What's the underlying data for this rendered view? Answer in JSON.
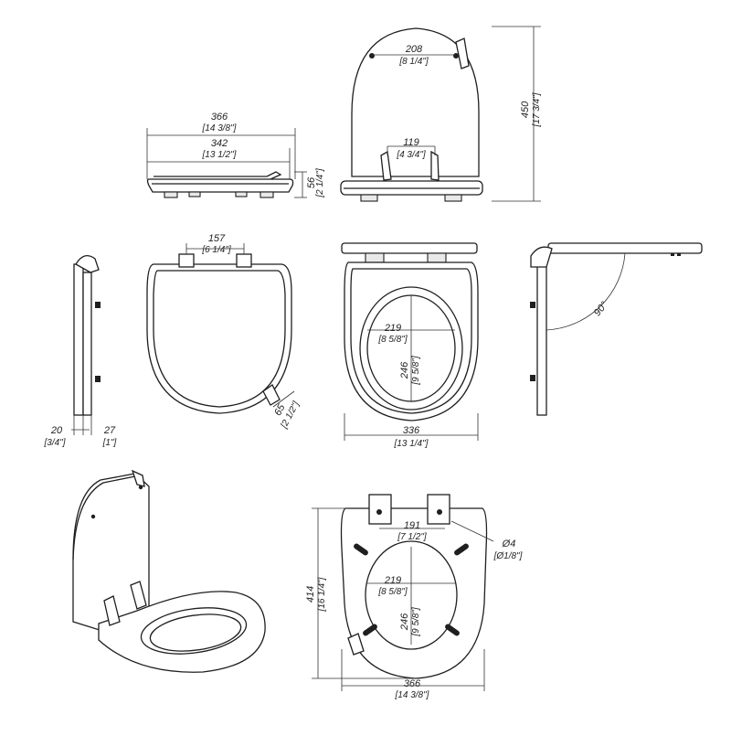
{
  "colors": {
    "line": "#1f1f1f",
    "fill": "#e9e9e9",
    "background": "#ffffff"
  },
  "dims": {
    "top_width": {
      "mm": "366",
      "in": "[14 3/8\"]"
    },
    "top_inner": {
      "mm": "342",
      "in": "[13 1/2\"]"
    },
    "side_height": {
      "mm": "56",
      "in": "[2 1/4\"]"
    },
    "hinge_spacing": {
      "mm": "208",
      "in": "[8 1/4\"]"
    },
    "hinge_inner": {
      "mm": "119",
      "in": "[4 3/4\"]"
    },
    "overall_height": {
      "mm": "450",
      "in": "[17 3/4\"]"
    },
    "hinge_pitch": {
      "mm": "157",
      "in": "[6 1/4\"]"
    },
    "bumper": {
      "mm": "65",
      "in": "[2 1/2\"]"
    },
    "thickness_lid": {
      "mm": "20",
      "in": "[3/4\"]"
    },
    "thickness_seat": {
      "mm": "27",
      "in": "[1\"]"
    },
    "opening_width": {
      "mm": "219",
      "in": "[8 5/8\"]"
    },
    "opening_length": {
      "mm": "246",
      "in": "[9 5/8\"]"
    },
    "seat_width": {
      "mm": "336",
      "in": "[13 1/4\"]"
    },
    "open_angle": {
      "value": "90°"
    },
    "bottom_hinge": {
      "mm": "191",
      "in": "[7 1/2\"]"
    },
    "hole_diameter": {
      "mm": "Ø4",
      "in": "[Ø1/8\"]"
    },
    "bottom_length": {
      "mm": "414",
      "in": "[16 1/4\"]"
    },
    "bottom_opening_w": {
      "mm": "219",
      "in": "[8 5/8\"]"
    },
    "bottom_opening_l": {
      "mm": "246",
      "in": "[9 5/8\"]"
    },
    "bottom_width": {
      "mm": "366",
      "in": "[14 3/8\"]"
    }
  }
}
